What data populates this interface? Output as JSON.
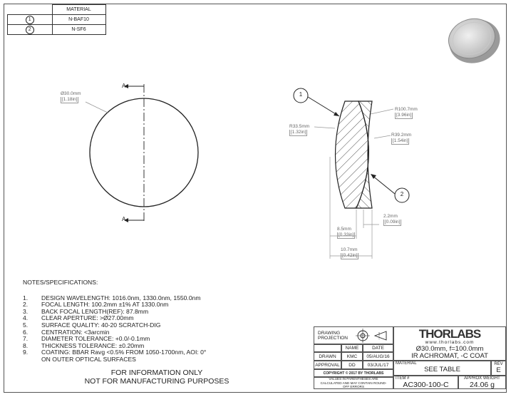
{
  "material_table": {
    "header": "MATERIAL",
    "rows": [
      {
        "item": "1",
        "material": "N-BAF10"
      },
      {
        "item": "2",
        "material": "N-SF6"
      }
    ]
  },
  "front_view": {
    "section_label_top": "A",
    "section_label_bottom": "A",
    "diameter_mm": "Ø30.0mm",
    "diameter_in": "[1.18in]"
  },
  "section_view": {
    "balloon_1": "1",
    "balloon_2": "2",
    "r_outer_mm": "R100.7mm",
    "r_outer_in": "[3.96in]",
    "r_front_mm": "R33.5mm",
    "r_front_in": "[1.32in]",
    "r_inner_mm": "R39.2mm",
    "r_inner_in": "[1.54in]",
    "t1_mm": "8.5mm",
    "t1_in": "[0.33in]",
    "t2_mm": "2.2mm",
    "t2_in": "[0.09in]",
    "total_mm": "10.7mm",
    "total_in": "[0.42in]"
  },
  "notes": {
    "heading": "NOTES/SPECIFICATIONS:",
    "items": [
      {
        "num": "1.",
        "text": "DESIGN WAVELENGTH: 1016.0nm, 1330.0nm, 1550.0nm"
      },
      {
        "num": "2.",
        "text": "FOCAL LENGTH: 100.2mm ±1% AT 1330.0nm"
      },
      {
        "num": "3.",
        "text": "BACK FOCAL LENGTH(REF): 87.8mm"
      },
      {
        "num": "4.",
        "text": "CLEAR APERTURE: >Ø27.00mm"
      },
      {
        "num": "5.",
        "text": "SURFACE QUALITY: 40-20 SCRATCH-DIG"
      },
      {
        "num": "6.",
        "text": "CENTRATION: <3arcmin"
      },
      {
        "num": "7.",
        "text": "DIAMETER TOLERANCE: +0.0/-0.1mm"
      },
      {
        "num": "8.",
        "text": "THICKNESS TOLERANCE: ±0.20mm"
      },
      {
        "num": "9.",
        "text": "COATING: BBAR Ravg <0.5% FROM 1050-1700nm, AOI: 0°"
      },
      {
        "num": "",
        "text": "ON OUTER OPTICAL SURFACES"
      }
    ]
  },
  "disclaimer": {
    "line1": "FOR INFORMATION ONLY",
    "line2": "NOT FOR MANUFACTURING PURPOSES"
  },
  "title_block": {
    "drawing_projection": "DRAWING PROJECTION",
    "name_header": "NAME",
    "date_header": "DATE",
    "drawn_label": "DRAWN",
    "drawn_name": "KMC",
    "drawn_date": "05/AUG/16",
    "approval_label": "APPROVAL",
    "approval_name": "DD",
    "approval_date": "03/JUL/17",
    "copyright": "COPYRIGHT © 2017 BY THORLABS",
    "values_note": "VALUES IN PARENTHESES ARE CALCULATED AND MAY CONTAIN ROUND-OFF ERRORS",
    "logo": "THORLABS",
    "website": "www.thorlabs.com",
    "description_line1": "Ø30.0mm, f=100.0mm",
    "description_line2": "IR ACHROMAT, -C COAT",
    "material_label": "MATERIAL",
    "material_value": "SEE TABLE",
    "rev_label": "REV",
    "rev_value": "E",
    "item_label": "ITEM #",
    "item_value": "AC300-100-C",
    "weight_label": "APPROX WEIGHT",
    "weight_value": "24.06 g"
  }
}
